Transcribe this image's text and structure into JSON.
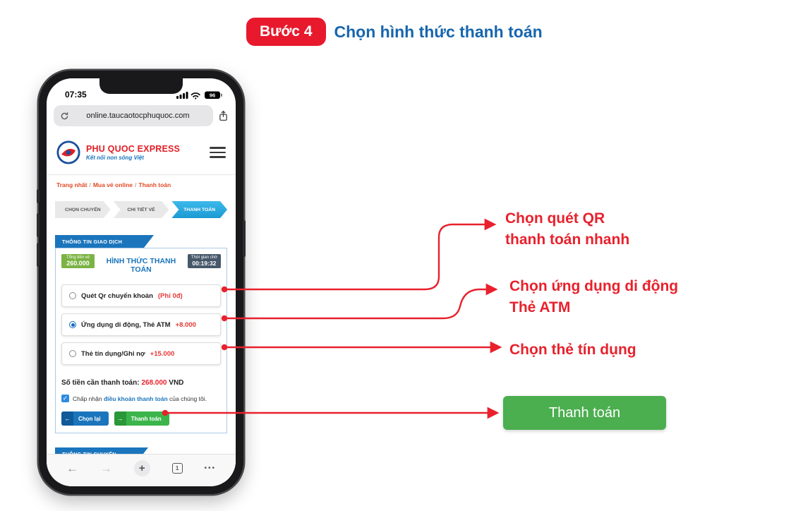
{
  "colors": {
    "accent_red": "#e8212d",
    "badge_red": "#e8192d",
    "title_blue": "#1766ad",
    "brand_blue": "#1b75bc",
    "step_active_blue": "#29abe2",
    "cta_green": "#4bae4f",
    "total_badge_green": "#7bb344",
    "timer_badge_slate": "#46586a"
  },
  "header": {
    "step_badge": "Bước 4",
    "title": "Chọn hình thức thanh toán"
  },
  "phone": {
    "status": {
      "time": "07:35",
      "battery_level": "96"
    },
    "browser": {
      "url": "online.taucaotocphuquoc.com",
      "tab_count": "1"
    },
    "site": {
      "brand": {
        "name": "PHU QUOC EXPRESS",
        "tagline": "Kết nối non sông Việt"
      },
      "breadcrumb": {
        "items": [
          "Trang nhất",
          "Mua vé online",
          "Thanh toán"
        ],
        "separator": "/"
      },
      "steps": [
        {
          "label": "CHỌN CHUYẾN",
          "active": false
        },
        {
          "label": "CHI TIẾT VÉ",
          "active": false
        },
        {
          "label": "THANH TOÁN",
          "active": true
        }
      ],
      "transaction_section_title": "THÔNG TIN GIAO DỊCH",
      "total": {
        "label": "Tổng tiền vé",
        "value": "260.000"
      },
      "payment_title": "HÌNH THỨC THANH TOÁN",
      "timer": {
        "label": "Thời gian chờ",
        "value": "00:19:32"
      },
      "options": [
        {
          "label": "Quét Qr chuyển khoản",
          "extra": "(Phí 0đ)",
          "selected": false
        },
        {
          "label": "Ứng dụng di động, Thẻ ATM",
          "extra": "+8.000",
          "selected": true
        },
        {
          "label": "Thẻ tín dụng/Ghi nợ",
          "extra": "+15.000",
          "selected": false
        }
      ],
      "amount": {
        "label": "Số tiền cần thanh toán:",
        "value": "268.000",
        "currency": "VND"
      },
      "terms": {
        "prefix": "Chấp nhận",
        "link": "điều khoản thanh toán",
        "suffix": "của chúng tôi.",
        "checked": true
      },
      "buttons": {
        "back": "Chọn lại",
        "pay": "Thanh toán"
      },
      "trip_section_title": "THÔNG TIN CHUYẾN"
    }
  },
  "icons": {
    "check": "✓",
    "back_arrow": "←",
    "forward_arrow": "→",
    "plus": "+",
    "more": "•••"
  },
  "annotations": [
    {
      "lines": [
        "Chọn quét QR",
        "thanh toán nhanh"
      ]
    },
    {
      "lines": [
        "Chọn ứng dụng di động",
        "Thẻ ATM"
      ]
    },
    {
      "lines": [
        "Chọn thẻ tín dụng"
      ]
    }
  ],
  "cta": {
    "label": "Thanh toán"
  }
}
